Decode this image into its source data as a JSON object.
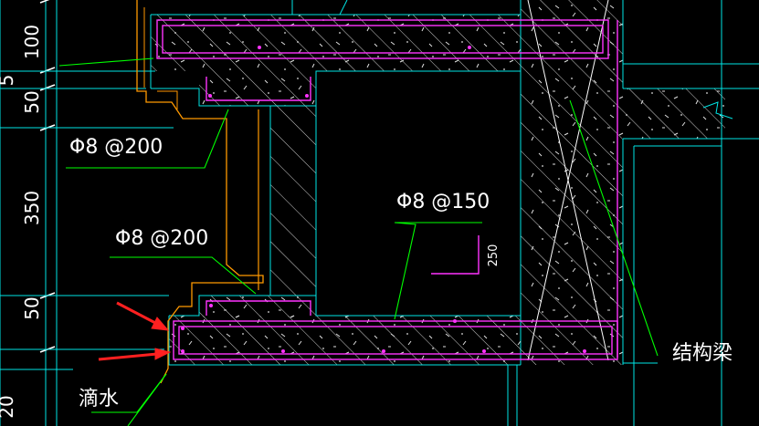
{
  "drawing": {
    "labels": {
      "rebar_top": "Φ8 @200",
      "rebar_mid": "Φ8 @200",
      "rebar_slab": "Φ8 @150",
      "hook_dim": "250",
      "structural_beam": "结构梁",
      "drip": "滴水"
    },
    "dimensions": [
      "100",
      "50",
      "350",
      "50"
    ],
    "edge_texts": {
      "left_top": "5",
      "bottom_left": "20"
    },
    "colors": {
      "background": "#000000",
      "concrete_outline": "#00e5e5",
      "rebar": "#ff33ff",
      "finish_line": "#ff9900",
      "hatch": "#cfcfcf",
      "leader": "#00ff00",
      "arrow": "#ff2020",
      "text": "#ffffff"
    }
  }
}
